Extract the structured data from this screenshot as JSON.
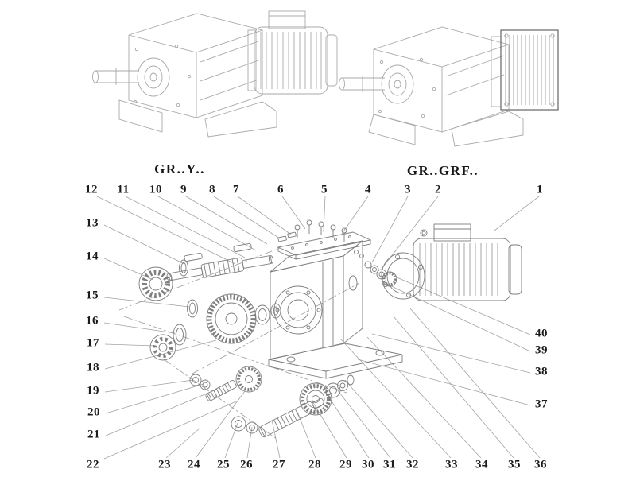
{
  "titles": {
    "left": "GR..Y..",
    "right": "GR..GRF.."
  },
  "callouts": {
    "top": [
      "12",
      "11",
      "10",
      "9",
      "8",
      "7",
      "6",
      "5",
      "4",
      "3",
      "2",
      "1"
    ],
    "left": [
      "13",
      "14",
      "15",
      "16",
      "17",
      "18",
      "19",
      "20",
      "21",
      "22"
    ],
    "bottom": [
      "23",
      "24",
      "25",
      "26",
      "27",
      "28",
      "29",
      "30",
      "31",
      "32",
      "33",
      "34",
      "35",
      "36"
    ],
    "right": [
      "40",
      "39",
      "38",
      "37"
    ]
  },
  "colors": {
    "line": "#8f8f8f",
    "text": "#1a1a1a",
    "background": "#ffffff"
  }
}
